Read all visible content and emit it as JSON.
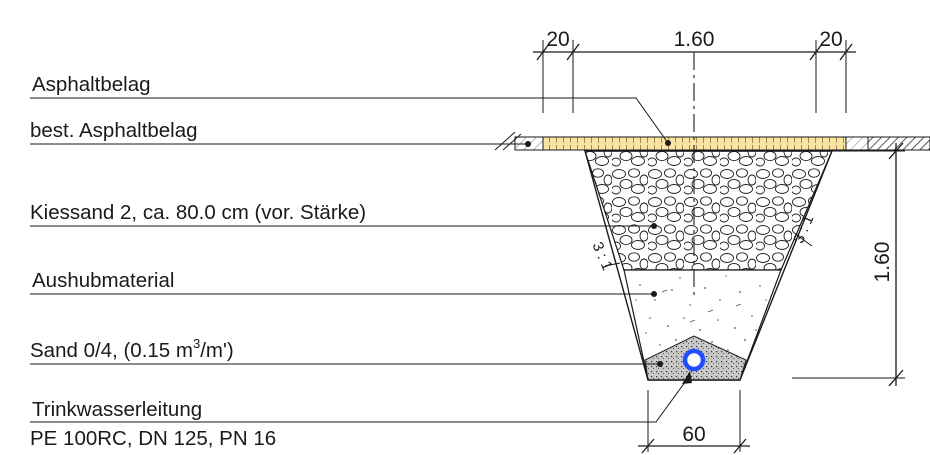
{
  "colors": {
    "asphalt": "#fbe3a4",
    "pipe": "#1f4fff",
    "line": "#1a1a1a"
  },
  "labels": {
    "asphalt": "Asphaltbelag",
    "existing_asphalt": "best. Asphaltbelag",
    "gravel_sand": "Kiessand 2, ca. 80.0 cm (vor. Stärke)",
    "excavation": "Aushubmaterial",
    "sand_main": "Sand 0/4, (0.15 m",
    "sand_sup": "3",
    "sand_tail": "/m')",
    "pipe_line1": "Trinkwasserleitung",
    "pipe_line2": "PE 100RC, DN 125, PN 16"
  },
  "dimensions": {
    "top_left": "20",
    "top_center": "1.60",
    "top_right": "20",
    "depth": "1.60",
    "bottom_width": "60",
    "slope_left": "3 : 1",
    "slope_right": "3 : 1"
  }
}
